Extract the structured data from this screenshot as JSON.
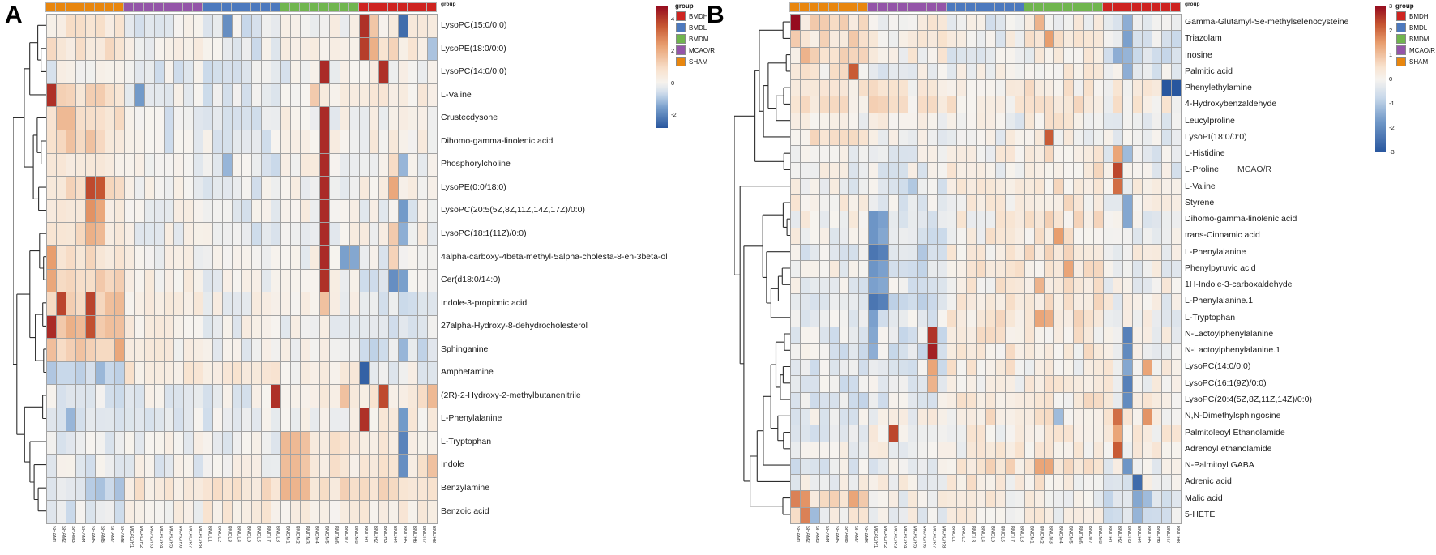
{
  "panels": [
    {
      "label": "A",
      "group_caption": "group",
      "legend": {
        "title": "group",
        "entries": [
          {
            "label": "BMDH",
            "color": "#CE2420"
          },
          {
            "label": "BMDL",
            "color": "#4C79BE"
          },
          {
            "label": "BMDM",
            "color": "#70B54E"
          },
          {
            "label": "MCAO/R",
            "color": "#9455A8"
          },
          {
            "label": "SHAM",
            "color": "#E8860E"
          }
        ]
      },
      "colorbar": {
        "ticks": [
          4,
          2,
          0,
          -2
        ],
        "min": -2.8,
        "max": 4.8
      }
    },
    {
      "label": "B",
      "group_caption": "group",
      "stray_label": "MCAO/R",
      "legend": {
        "title": "group",
        "entries": [
          {
            "label": "BMDH",
            "color": "#CE2420"
          },
          {
            "label": "BMDL",
            "color": "#4C79BE"
          },
          {
            "label": "BMDM",
            "color": "#70B54E"
          },
          {
            "label": "MCAO/R",
            "color": "#9455A8"
          },
          {
            "label": "SHAM",
            "color": "#E8860E"
          }
        ]
      },
      "colorbar": {
        "ticks": [
          3,
          2,
          1,
          0,
          -1,
          -2,
          -3
        ],
        "min": -3,
        "max": 3
      }
    }
  ],
  "chart_data": [
    {
      "type": "heatmap",
      "panel": "A",
      "colormap": "blue-white-red",
      "scale": {
        "min": -2.8,
        "max": 4.8,
        "legend_ticks": [
          4,
          2,
          0,
          -2
        ]
      },
      "column_groups": [
        {
          "name": "SHAM",
          "color": "#E8860E",
          "span": 8
        },
        {
          "name": "MCAO/R",
          "color": "#9455A8",
          "span": 8
        },
        {
          "name": "BMDL",
          "color": "#4C79BE",
          "span": 8
        },
        {
          "name": "BMDM",
          "color": "#70B54E",
          "span": 8
        },
        {
          "name": "BMDH",
          "color": "#CE2420",
          "span": 8
        }
      ],
      "columns": [
        "SHAM1",
        "SHAM2",
        "SHAM3",
        "SHAM4",
        "SHAM5",
        "SHAM6",
        "SHAM7",
        "SHAM8",
        "MCAO/R1",
        "MCAO/R2",
        "MCAO/R3",
        "MCAO/R4",
        "MCAO/R5",
        "MCAO/R6",
        "MCAO/R7",
        "MCAO/R8",
        "BMDL1",
        "BMDL2",
        "BMDL3",
        "BMDL4",
        "BMDL5",
        "BMDL6",
        "BMDL7",
        "BMDL8",
        "BMDM1",
        "BMDM2",
        "BMDM3",
        "BMDM4",
        "BMDM5",
        "BMDM6",
        "BMDM7",
        "BMDM8",
        "BMDH1",
        "BMDH2",
        "BMDH3",
        "BMDH4",
        "BMDH5",
        "BMDH6",
        "BMDH7",
        "BMDH8"
      ],
      "representation": "per-row mean z-score for the 5 column groups (SHAM, MCAO/R, BMDL, BMDM, BMDH) plus salient outlier cells keyed by 1-based column index; values estimated from figure colors",
      "rows": [
        {
          "name": "LysoPC(15:0/0:0)",
          "means": [
            0.6,
            -0.2,
            -0.3,
            0.2,
            0.3
          ],
          "outliers": {
            "19": -1.8,
            "33": 4.2,
            "34": 1.5,
            "37": -2.4
          }
        },
        {
          "name": "LysoPE(18:0/0:0)",
          "means": [
            0.7,
            0.1,
            -0.3,
            0.1,
            0.4
          ],
          "outliers": {
            "33": 4.0,
            "34": 2.0,
            "36": 1.2,
            "40": -1.0
          }
        },
        {
          "name": "LysoPC(14:0/0:0)",
          "means": [
            -0.1,
            -0.3,
            -0.3,
            -0.1,
            0.1
          ],
          "outliers": {
            "29": 4.3,
            "35": 4.2
          }
        },
        {
          "name": "L-Valine",
          "means": [
            1.0,
            -0.2,
            -0.3,
            0.2,
            0.4
          ],
          "outliers": {
            "1": 4.2,
            "10": -1.6,
            "28": 1.4
          }
        },
        {
          "name": "Crustecdysone",
          "means": [
            0.9,
            -0.2,
            -0.2,
            0.1,
            0.0
          ],
          "outliers": {
            "2": 1.8,
            "3": 1.8,
            "29": 4.3
          }
        },
        {
          "name": "Dihomo-gamma-linolenic acid",
          "means": [
            0.9,
            -0.2,
            -0.2,
            0.0,
            0.2
          ],
          "outliers": {
            "3": 1.6,
            "5": 1.6,
            "29": 4.3
          }
        },
        {
          "name": "Phosphorylcholine",
          "means": [
            0.5,
            -0.1,
            -0.3,
            0.1,
            0.1
          ],
          "outliers": {
            "19": -1.2,
            "29": 4.3,
            "36": 1.0,
            "37": -1.2
          }
        },
        {
          "name": "LysoPE(0:0/18:0)",
          "means": [
            0.8,
            0.0,
            -0.2,
            0.1,
            0.2
          ],
          "outliers": {
            "5": 3.8,
            "6": 3.6,
            "29": 4.3,
            "36": 2.2
          }
        },
        {
          "name": "LysoPC(20:5(5Z,8Z,11Z,14Z,17Z)/0:0)",
          "means": [
            0.6,
            0.0,
            -0.2,
            0.1,
            -0.1
          ],
          "outliers": {
            "5": 2.6,
            "6": 2.2,
            "29": 4.3,
            "37": -1.6
          }
        },
        {
          "name": "LysoPC(18:1(11Z)/0:0)",
          "means": [
            0.7,
            0.0,
            -0.2,
            0.1,
            0.1
          ],
          "outliers": {
            "5": 2.0,
            "6": 1.8,
            "29": 4.3,
            "36": 1.4,
            "37": -1.3
          }
        },
        {
          "name": "4alpha-carboxy-4beta-methyl-5alpha-cholesta-8-en-3beta-ol",
          "means": [
            0.8,
            0.1,
            -0.2,
            0.0,
            -0.2
          ],
          "outliers": {
            "1": 2.4,
            "29": 4.3,
            "31": -1.5,
            "32": -1.4,
            "36": 1.2
          }
        },
        {
          "name": "Cer(d18:0/14:0)",
          "means": [
            1.2,
            0.2,
            0.0,
            0.2,
            -0.4
          ],
          "outliers": {
            "1": 2.2,
            "29": 4.2,
            "36": -1.8,
            "37": -1.5
          }
        },
        {
          "name": "Indole-3-propionic acid",
          "means": [
            1.3,
            0.3,
            0.1,
            0.0,
            -0.3
          ],
          "outliers": {
            "2": 3.9,
            "5": 3.9,
            "8": 1.8,
            "29": 1.6
          }
        },
        {
          "name": "27alpha-Hydroxy-8-dehydrocholesterol",
          "means": [
            1.5,
            0.2,
            0.0,
            0.0,
            -0.2
          ],
          "outliers": {
            "1": 4.3,
            "3": 2.0,
            "5": 3.7
          }
        },
        {
          "name": "Sphinganine",
          "means": [
            1.4,
            0.3,
            0.0,
            0.0,
            -0.5
          ],
          "outliers": {
            "8": 2.2,
            "37": -1.2
          }
        },
        {
          "name": "Amphetamine",
          "means": [
            -0.9,
            0.5,
            0.5,
            0.3,
            -0.1
          ],
          "outliers": {
            "33": -2.6
          }
        },
        {
          "name": "(2R)-2-Hydroxy-2-methylbutanenitrile",
          "means": [
            -0.3,
            -0.2,
            -0.1,
            0.3,
            0.6
          ],
          "outliers": {
            "24": 4.2,
            "31": 1.6,
            "35": 3.8,
            "40": 1.8
          }
        },
        {
          "name": "L-Phenylalanine",
          "means": [
            -0.3,
            -0.2,
            -0.2,
            0.0,
            0.4
          ],
          "outliers": {
            "3": -1.2,
            "33": 4.2,
            "37": -1.6
          }
        },
        {
          "name": "L-Tryptophan",
          "means": [
            -0.2,
            -0.1,
            -0.1,
            0.6,
            0.5
          ],
          "outliers": {
            "25": 1.8,
            "26": 1.8,
            "27": 1.6,
            "37": -2.0
          }
        },
        {
          "name": "Indole",
          "means": [
            -0.2,
            -0.1,
            0.0,
            0.6,
            0.6
          ],
          "outliers": {
            "25": 1.7,
            "26": 1.8,
            "27": 1.5,
            "37": -1.8,
            "40": 1.6
          }
        },
        {
          "name": "Benzylamine",
          "means": [
            -0.6,
            0.6,
            0.8,
            0.9,
            0.9
          ],
          "outliers": {
            "25": 1.9,
            "26": 1.9,
            "27": 1.8
          }
        },
        {
          "name": "Benzoic acid",
          "means": [
            -0.4,
            0.2,
            0.4,
            0.4,
            0.4
          ],
          "outliers": {}
        }
      ]
    },
    {
      "type": "heatmap",
      "panel": "B",
      "colormap": "blue-white-red",
      "scale": {
        "min": -3,
        "max": 3,
        "legend_ticks": [
          3,
          2,
          1,
          0,
          -1,
          -2,
          -3
        ]
      },
      "column_groups": [
        {
          "name": "SHAM",
          "color": "#E8860E",
          "span": 8
        },
        {
          "name": "MCAO/R",
          "color": "#9455A8",
          "span": 8
        },
        {
          "name": "BMDL",
          "color": "#4C79BE",
          "span": 8
        },
        {
          "name": "BMDM",
          "color": "#70B54E",
          "span": 8
        },
        {
          "name": "BMDH",
          "color": "#CE2420",
          "span": 8
        }
      ],
      "columns": [
        "SHAM1",
        "SHAM2",
        "SHAM3",
        "SHAM4",
        "SHAM5",
        "SHAM6",
        "SHAM7",
        "SHAM8",
        "MCAO/R1",
        "MCAO/R2",
        "MCAO/R3",
        "MCAO/R4",
        "MCAO/R5",
        "MCAO/R6",
        "MCAO/R7",
        "MCAO/R8",
        "BMDL1",
        "BMDL2",
        "BMDL3",
        "BMDL4",
        "BMDL5",
        "BMDL6",
        "BMDL7",
        "BMDL8",
        "BMDM1",
        "BMDM2",
        "BMDM3",
        "BMDM4",
        "BMDM5",
        "BMDM6",
        "BMDM7",
        "BMDM8",
        "BMDH1",
        "BMDH2",
        "BMDH3",
        "BMDH4",
        "BMDH5",
        "BMDH6",
        "BMDH7",
        "BMDH8"
      ],
      "representation": "per-row mean z-score for the 5 column groups (SHAM, MCAO/R, BMDL, BMDM, BMDH) plus salient outlier cells keyed by 1-based column index; values estimated from figure colors",
      "rows": [
        {
          "name": "Gamma-Glutamyl-Se-methylselenocysteine",
          "means": [
            0.5,
            0.1,
            -0.2,
            0.2,
            -0.3
          ],
          "outliers": {
            "1": 3.0,
            "26": 1.2,
            "35": -1.4
          }
        },
        {
          "name": "Triazolam",
          "means": [
            0.5,
            0.2,
            -0.1,
            0.3,
            -0.4
          ],
          "outliers": {
            "27": 1.5,
            "35": -1.6
          }
        },
        {
          "name": "Inosine",
          "means": [
            0.5,
            0.1,
            -0.2,
            0.1,
            -0.5
          ],
          "outliers": {
            "2": 1.2,
            "34": -1.4,
            "35": -1.3
          }
        },
        {
          "name": "Palmitic acid",
          "means": [
            0.3,
            -0.2,
            0.0,
            0.2,
            -0.2
          ],
          "outliers": {
            "7": 2.2,
            "35": -1.4
          }
        },
        {
          "name": "Phenylethylamine",
          "means": [
            0.4,
            0.3,
            0.3,
            0.3,
            0.1
          ],
          "outliers": {
            "39": -3.0,
            "40": -3.0
          }
        },
        {
          "name": "4-Hydroxybenzaldehyde",
          "means": [
            0.5,
            0.4,
            0.3,
            0.3,
            0.2
          ],
          "outliers": {}
        },
        {
          "name": "Leucylproline",
          "means": [
            0.1,
            0.0,
            -0.1,
            0.2,
            -0.1
          ],
          "outliers": {}
        },
        {
          "name": "LysoPI(18:0/0:0)",
          "means": [
            0.3,
            -0.1,
            0.0,
            0.1,
            -0.2
          ],
          "outliers": {
            "27": 2.2
          }
        },
        {
          "name": "L-Histidine",
          "means": [
            0.0,
            -0.2,
            0.1,
            0.3,
            -0.2
          ],
          "outliers": {
            "34": 1.4,
            "35": -1.2
          }
        },
        {
          "name": "L-Proline",
          "means": [
            -0.1,
            -0.2,
            0.1,
            0.4,
            -0.2
          ],
          "outliers": {
            "34": 2.4
          }
        },
        {
          "name": "L-Valine",
          "means": [
            -0.1,
            -0.3,
            0.1,
            0.3,
            0.0
          ],
          "outliers": {
            "13": -1.0,
            "34": 2.0
          }
        },
        {
          "name": "Styrene",
          "means": [
            0.2,
            -0.3,
            0.2,
            0.3,
            -0.1
          ],
          "outliers": {
            "35": -1.5
          }
        },
        {
          "name": "Dihomo-gamma-linolenic acid",
          "means": [
            0.0,
            -0.5,
            0.2,
            0.4,
            -0.1
          ],
          "outliers": {
            "9": -1.8,
            "10": -1.6,
            "35": -1.5
          }
        },
        {
          "name": "trans-Cinnamic acid",
          "means": [
            -0.1,
            -0.5,
            0.2,
            0.3,
            0.0
          ],
          "outliers": {
            "9": -1.8,
            "10": -1.5,
            "28": 1.5
          }
        },
        {
          "name": "L-Phenylalanine",
          "means": [
            -0.2,
            -0.6,
            0.3,
            0.4,
            0.0
          ],
          "outliers": {
            "9": -2.4,
            "10": -2.2
          }
        },
        {
          "name": "Phenylpyruvic acid",
          "means": [
            -0.1,
            -0.5,
            0.3,
            0.4,
            -0.1
          ],
          "outliers": {
            "9": -1.8,
            "10": -1.6,
            "29": 1.4
          }
        },
        {
          "name": "1H-Indole-3-carboxaldehyde",
          "means": [
            -0.2,
            -0.4,
            0.3,
            0.4,
            0.0
          ],
          "outliers": {
            "9": -1.6,
            "10": -1.5,
            "26": 1.2
          }
        },
        {
          "name": "L-Phenylalanine.1",
          "means": [
            -0.2,
            -0.6,
            0.3,
            0.4,
            0.0
          ],
          "outliers": {
            "9": -2.4,
            "10": -2.2
          }
        },
        {
          "name": "L-Tryptophan",
          "means": [
            -0.2,
            -0.4,
            0.4,
            0.4,
            0.0
          ],
          "outliers": {
            "9": -1.6,
            "26": 1.4,
            "27": 1.3
          }
        },
        {
          "name": "N-Lactoylphenylalanine",
          "means": [
            -0.3,
            -0.4,
            0.3,
            0.3,
            0.0
          ],
          "outliers": {
            "9": -1.5,
            "15": 2.6,
            "35": -2.2
          }
        },
        {
          "name": "N-Lactoylphenylalanine.1",
          "means": [
            -0.3,
            -0.4,
            0.3,
            0.3,
            0.0
          ],
          "outliers": {
            "9": -1.4,
            "15": 2.8,
            "35": -2.0
          }
        },
        {
          "name": "LysoPC(14:0/0:0)",
          "means": [
            -0.4,
            -0.3,
            0.2,
            0.2,
            0.2
          ],
          "outliers": {
            "15": 1.4,
            "35": -1.5,
            "37": 1.4
          }
        },
        {
          "name": "LysoPC(16:1(9Z)/0:0)",
          "means": [
            -0.4,
            -0.3,
            0.2,
            0.2,
            0.1
          ],
          "outliers": {
            "15": 1.2,
            "35": -2.2
          }
        },
        {
          "name": "LysoPC(20:4(5Z,8Z,11Z,14Z)/0:0)",
          "means": [
            -0.4,
            -0.3,
            0.2,
            0.3,
            0.1
          ],
          "outliers": {
            "35": -2.0
          }
        },
        {
          "name": "N,N-Dimethylsphingosine",
          "means": [
            -0.2,
            0.0,
            0.3,
            0.4,
            0.2
          ],
          "outliers": {
            "28": -1.2,
            "34": 2.0,
            "37": 1.6
          }
        },
        {
          "name": "Palmitoleoyl Ethanolamide",
          "means": [
            -0.3,
            0.0,
            0.2,
            0.3,
            0.1
          ],
          "outliers": {
            "11": 2.4,
            "34": 1.4
          }
        },
        {
          "name": "Adrenoyl ethanolamide",
          "means": [
            -0.2,
            0.0,
            0.2,
            0.3,
            0.1
          ],
          "outliers": {
            "34": 2.2
          }
        },
        {
          "name": "N-Palmitoyl GABA",
          "means": [
            -0.3,
            -0.1,
            0.4,
            0.3,
            0.0
          ],
          "outliers": {
            "26": 1.4,
            "27": 1.4,
            "35": -1.8
          }
        },
        {
          "name": "Adrenic acid",
          "means": [
            -0.1,
            0.0,
            0.2,
            0.2,
            -0.2
          ],
          "outliers": {
            "36": -2.6
          }
        },
        {
          "name": "Malic acid",
          "means": [
            0.6,
            0.0,
            0.1,
            0.1,
            -0.4
          ],
          "outliers": {
            "1": 1.8,
            "2": 1.6,
            "7": 1.4,
            "36": -1.5,
            "37": -1.2
          }
        },
        {
          "name": "5-HETE",
          "means": [
            0.2,
            -0.1,
            0.0,
            0.1,
            -0.3
          ],
          "outliers": {
            "2": 1.8,
            "3": -1.2,
            "36": -1.3
          }
        }
      ]
    }
  ]
}
